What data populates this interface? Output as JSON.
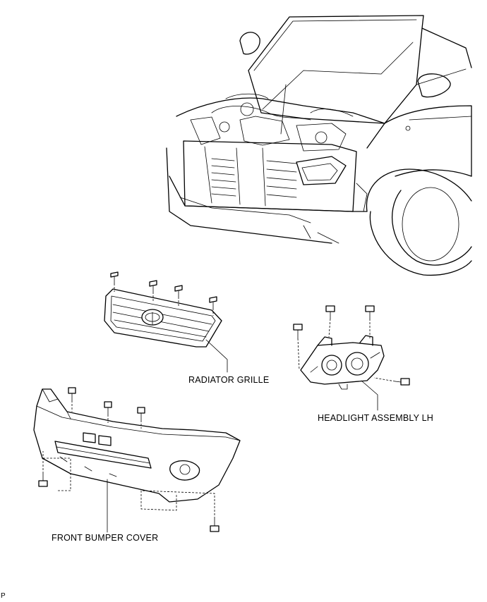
{
  "labels": {
    "radiator_grille": "RADIATOR GRILLE",
    "headlight_assembly": "HEADLIGHT ASSEMBLY LH",
    "front_bumper_cover": "FRONT BUMPER COVER",
    "corner_code": "P"
  }
}
